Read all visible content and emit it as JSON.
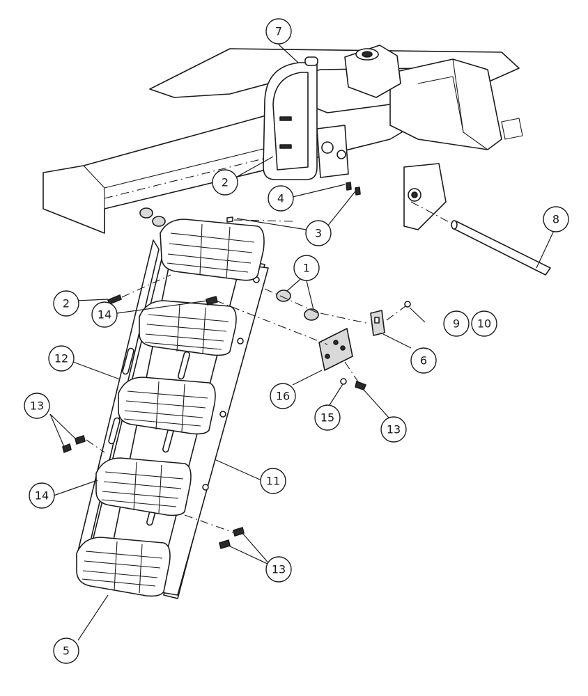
{
  "callouts": [
    {
      "id": "callout-1",
      "label": "1"
    },
    {
      "id": "callout-2a",
      "label": "2"
    },
    {
      "id": "callout-2b",
      "label": "2"
    },
    {
      "id": "callout-3",
      "label": "3"
    },
    {
      "id": "callout-4",
      "label": "4"
    },
    {
      "id": "callout-5",
      "label": "5"
    },
    {
      "id": "callout-6",
      "label": "6"
    },
    {
      "id": "callout-7",
      "label": "7"
    },
    {
      "id": "callout-8",
      "label": "8"
    },
    {
      "id": "callout-9",
      "label": "9"
    },
    {
      "id": "callout-10",
      "label": "10"
    },
    {
      "id": "callout-11",
      "label": "11"
    },
    {
      "id": "callout-12",
      "label": "12"
    },
    {
      "id": "callout-13a",
      "label": "13"
    },
    {
      "id": "callout-13b",
      "label": "13"
    },
    {
      "id": "callout-13c",
      "label": "13"
    },
    {
      "id": "callout-14a",
      "label": "14"
    },
    {
      "id": "callout-14b",
      "label": "14"
    },
    {
      "id": "callout-15",
      "label": "15"
    },
    {
      "id": "callout-16",
      "label": "16"
    }
  ]
}
